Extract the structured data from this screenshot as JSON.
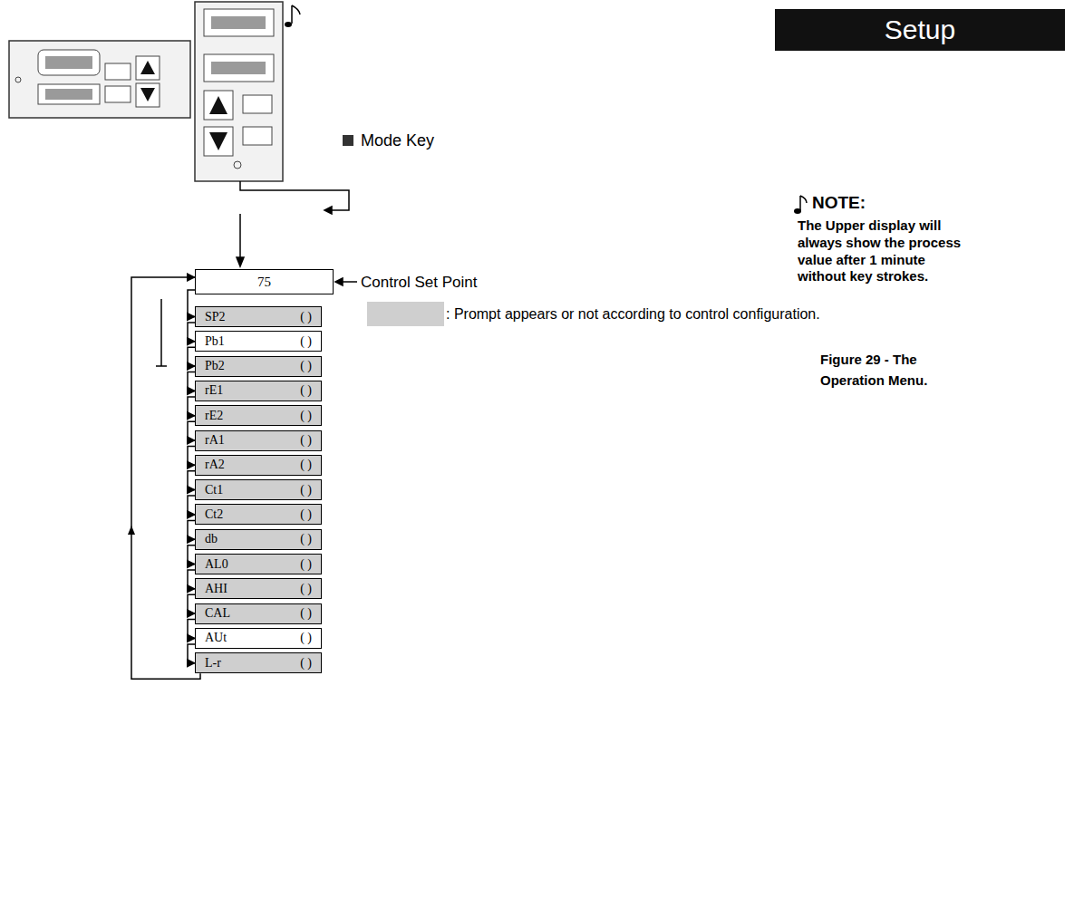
{
  "diagram": {
    "title": "Setup",
    "caption": "Figure 29 - The Operation Menu.",
    "nodes": [
      {
        "text": [
          "75"
        ]
      },
      {
        "text": [
          "SP2",
          "( )"
        ]
      },
      {
        "text": [
          "Pb1",
          "( )"
        ]
      },
      {
        "text": [
          "Pb2",
          "( )"
        ]
      },
      {
        "text": [
          "rE1",
          "( )"
        ]
      },
      {
        "text": [
          "rE2",
          "( )"
        ]
      },
      {
        "text": [
          "rA1",
          "( )"
        ]
      },
      {
        "text": [
          "rA2",
          "( )"
        ]
      },
      {
        "text": [
          "Ct1",
          "( )"
        ]
      },
      {
        "text": [
          "Ct2",
          "( )"
        ]
      },
      {
        "text": [
          "db",
          "( )"
        ]
      },
      {
        "text": [
          "AL0",
          "( )"
        ]
      },
      {
        "text": [
          "AHI",
          "( )"
        ]
      },
      {
        "text": [
          "CAL",
          "( )"
        ]
      },
      {
        "text": [
          "AUt",
          "( )"
        ]
      },
      {
        "text": [
          "L-r",
          "( )"
        ]
      }
    ],
    "edges": [
      {
        "from": 0,
        "to": 1,
        "arrow": "to"
      },
      {
        "from": 1,
        "to": 2,
        "arrow": "to"
      },
      {
        "from": 2,
        "to": 3,
        "arrow": "to"
      },
      {
        "from": 3,
        "to": 4,
        "arrow": "to"
      },
      {
        "from": 4,
        "to": 5,
        "arrow": "to"
      },
      {
        "from": 5,
        "to": 6,
        "arrow": "to"
      },
      {
        "from": 6,
        "to": 7,
        "arrow": "to"
      },
      {
        "from": 7,
        "to": 8,
        "arrow": "to"
      },
      {
        "from": 8,
        "to": 9,
        "arrow": "to"
      },
      {
        "from": 9,
        "to": 10,
        "arrow": "to"
      },
      {
        "from": 10,
        "to": 11,
        "arrow": "to"
      },
      {
        "from": 11,
        "to": 12,
        "arrow": "to"
      },
      {
        "from": 12,
        "to": 13,
        "arrow": "to"
      },
      {
        "from": 13,
        "to": 14,
        "arrow": "to"
      },
      {
        "from": 14,
        "to": 15,
        "arrow": "to"
      },
      {
        "from": 15,
        "to": 0,
        "arrow": "to"
      }
    ],
    "labels": [
      "Mode Key",
      "Control Set Point",
      "NOTE:",
      "The Upper display will always show the process value after 1 minute without key strokes."
    ],
    "legend": [
      {
        "text": ": Prompt appears or not according to control configuration.",
        "color": "#cfcfcf"
      }
    ]
  }
}
